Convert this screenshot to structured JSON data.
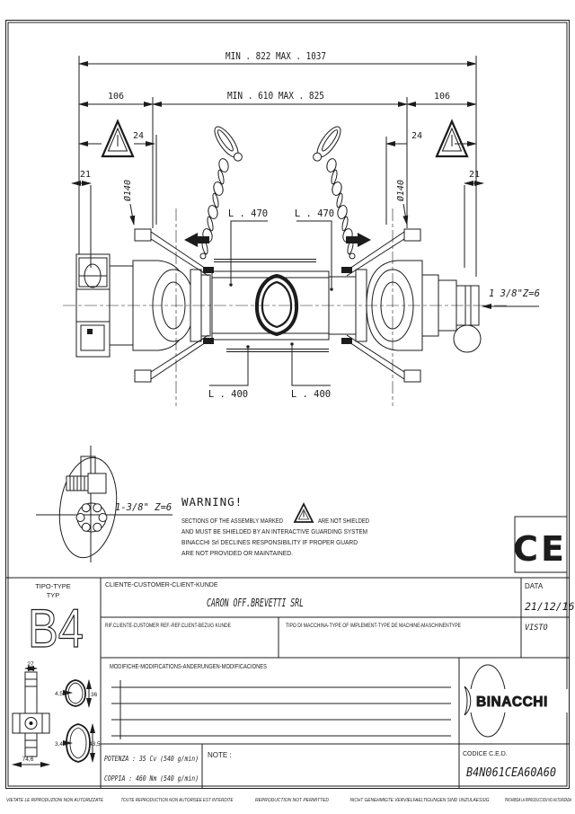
{
  "drawing": {
    "dims": {
      "overall": "MIN . 822   MAX . 1037",
      "inner": "MIN . 610   MAX . 825",
      "guard_left": "106",
      "guard_right": "106",
      "offset_left": "24",
      "offset_right": "24",
      "end_left": "21",
      "end_right": "21",
      "dia_left": "Ø140",
      "dia_right": "Ø140",
      "tube_top_left": "L . 470",
      "tube_top_right": "L . 470",
      "tube_bottom_left": "L . 400",
      "tube_bottom_right": "L . 400",
      "spline_end": "1 3/8\"Z=6",
      "spline_section": "1-3/8\" Z=6"
    },
    "warning": {
      "title": "WARNING!",
      "line1a": "SECTIONS OF THE ASSEMBLY MARKED",
      "line1b": "ARE NOT SHIELDED",
      "line2": "AND MUST BE SHIELDED BY AN INTERACTIVE GUARDING SYSTEM",
      "line3": "BINACCHI Srl DECLINES RESPONSIBILITY IF PROPER GUARD",
      "line4": "ARE NOT PROVIDED OR MAINTAINED.",
      "triangle_meaning": "warning-triangle"
    },
    "ce": "CE"
  },
  "title_block": {
    "tipo": {
      "label1": "TIPO-TYPE",
      "label2": "TYP",
      "value": "B4"
    },
    "cliente": {
      "label": "CLIENTE-CUSTOMER-CLIENT-KUNDE",
      "value": "CARON  OFF.BREVETTI SRL"
    },
    "data": {
      "label": "DATA",
      "value": "21/12/16"
    },
    "rif": {
      "label": "RIF.CLIENTE-CUSTOMER REF.-REF.CLIENT-BEZUG KUNDE",
      "value": ""
    },
    "macchina": {
      "label": "TIPO DI MACCHINA-TYPE OF IMPLEMENT-TYPE DE MACHINE-MASCHINENTYPE",
      "value": ""
    },
    "visto": {
      "label": "VISTO",
      "value": ""
    },
    "modifiche": {
      "label": "MODIFICHE-MODIFICATIONS-ANDERUNGEN-MODIFICACIONES"
    },
    "potenza": "POTENZA : 35 Cv (540 g/min)",
    "coppia": "COPPIA : 460 Nm (540 g/min)",
    "note_label": "NOTE :",
    "codice": {
      "label": "CODICE C.E.D.",
      "value": "B4N061CEA60A60"
    },
    "brand": "BINACCHI",
    "details": {
      "cross_width": "27",
      "cross_length": "74,6",
      "tube1_wall": "4,5",
      "tube1_size": "36",
      "tube2_wall": "3,4",
      "tube2_size": "43,5"
    }
  },
  "footer": {
    "items": [
      "VIETATE LE RIPRODUZIONI NON AUTORIZZATE",
      "TOUTE REPRODUCTION NON AUTORISEE EST INTERDITE",
      "REPRODUCTION NOT PERMITTED",
      "NICHT GENEHMIGTE VERVIELFAELTIGUNGEN SIND UNZULAESSIG",
      "PROHIBIDA LA RIPRODUCCION NO AUTORIZADA"
    ]
  }
}
